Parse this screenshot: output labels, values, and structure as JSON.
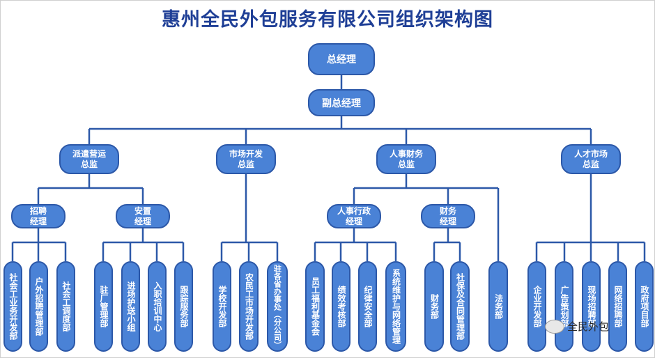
{
  "title": "惠州全民外包服务有限公司组织架构图",
  "nodes": {
    "gm": "总经理",
    "dgm": "副总经理",
    "dispatch": "派遣营运\n总监",
    "market": "市场开发\n总监",
    "hrfin": "人事财务\n总监",
    "talent": "人才市场\n总监",
    "recruit": "招聘\n经理",
    "placement": "安置\n经理",
    "hradmin": "人事行政\n经理",
    "finance": "财务\n经理"
  },
  "departments": {
    "recruit": [
      "社会工业务开发部",
      "户外招聘管理部",
      "社会工调度部"
    ],
    "placement": [
      "驻厂管理部",
      "进场护送小组",
      "入职培训中心",
      "跟踪服务部"
    ],
    "market": [
      "学校开发部",
      "农民工市场开发部",
      "驻各省办事处（分公司）"
    ],
    "hradmin": [
      "员工福利基金会",
      "绩效考核部",
      "纪律安全部",
      "系统维护与网络管理"
    ],
    "finance": [
      "财务部",
      "社保及合同管理部"
    ],
    "hrfin": [
      "法务部"
    ],
    "talent": [
      "企业开发部",
      "广告策划部",
      "现场招聘部",
      "网络招聘部",
      "政府项目部"
    ]
  },
  "watermark": "全民外包",
  "colors": {
    "box_fill": "#4a82d6",
    "box_border": "#2c58a8",
    "line": "#2c58a8",
    "title": "#1f3f96"
  }
}
